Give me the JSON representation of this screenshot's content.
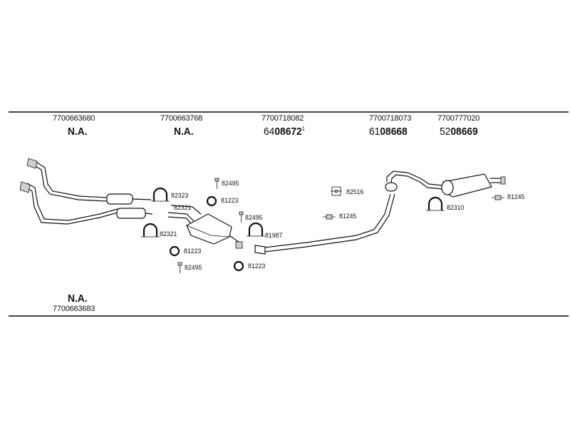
{
  "columns": [
    {
      "part_no": "7700663680",
      "price_code": "N.A."
    },
    {
      "part_no": "7700663768",
      "price_code": "N.A."
    },
    {
      "part_no": "7700718082",
      "price_prefix": "64",
      "price_main": "08672",
      "price_sup": "1"
    },
    {
      "part_no": "7700718073",
      "price_prefix": "61",
      "price_main": "08668"
    },
    {
      "part_no": "7700777020",
      "price_prefix": "52",
      "price_main": "08669"
    }
  ],
  "bottom_item": {
    "price_code": "N.A.",
    "part_no": "7700663683"
  },
  "parts": {
    "p82495_top": "82495",
    "p82323": "82323",
    "p81223_a": "81223",
    "p82321_a": "82321",
    "p82495_mid": "82495",
    "p82321_b": "82321",
    "p81987": "81987",
    "p81223_b": "81223",
    "p82495_bot": "82495",
    "p81223_c": "81223",
    "p82516": "82516",
    "p81245_a": "81245",
    "p82310": "82310",
    "p81245_b": "81245"
  }
}
